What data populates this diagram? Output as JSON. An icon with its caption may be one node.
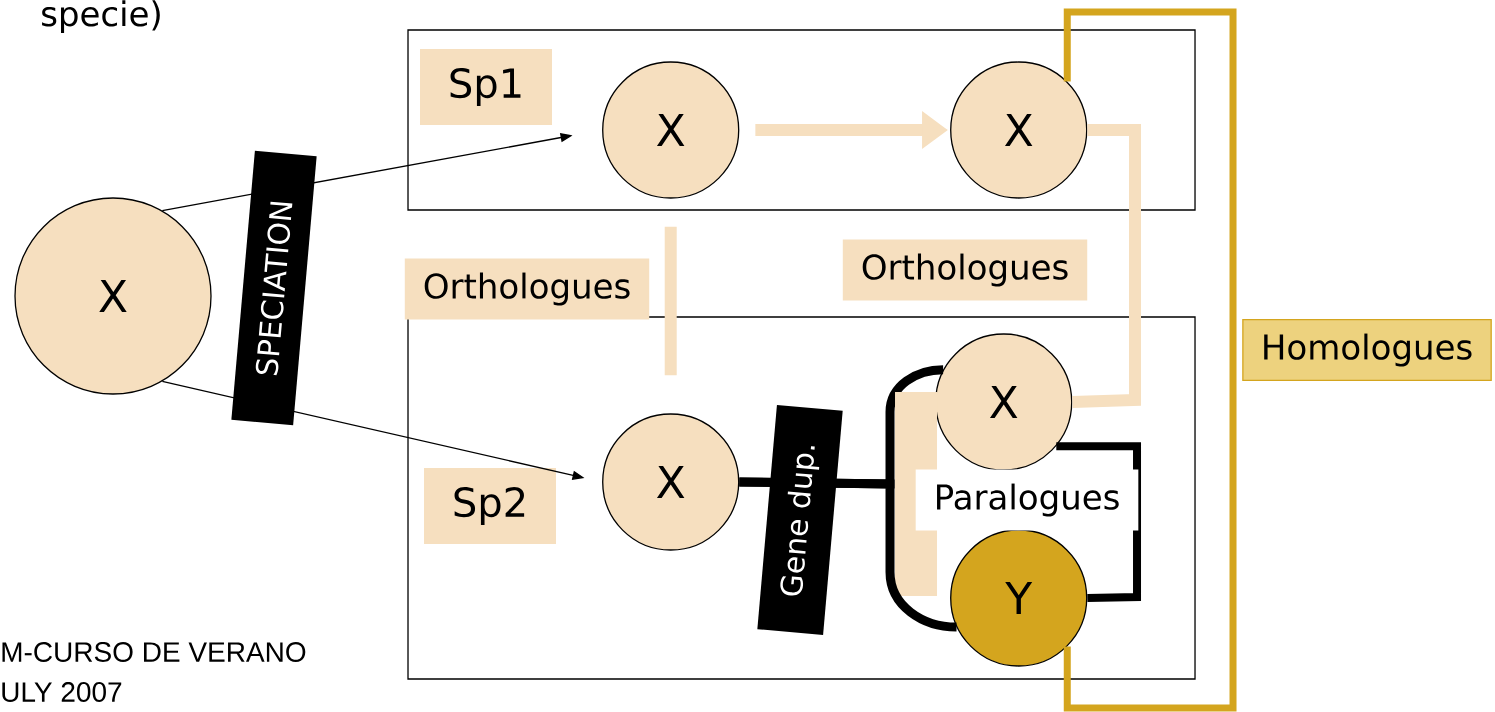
{
  "diagram": {
    "nodes": [
      {
        "text": [
          "X"
        ]
      },
      {
        "text": [
          "Sp1"
        ]
      },
      {
        "text": [
          "X"
        ],
        "in": 1
      },
      {
        "text": [
          "X"
        ],
        "in": 1
      },
      {
        "text": [
          "Sp2"
        ]
      },
      {
        "text": [
          "X"
        ],
        "in": 4
      },
      {
        "text": [
          "X"
        ],
        "in": 4
      },
      {
        "text": [
          "Y"
        ],
        "in": 4
      }
    ],
    "edges": [
      {
        "from": 0,
        "to": 2,
        "arrow": "to"
      },
      {
        "from": 0,
        "to": 5,
        "arrow": "to"
      },
      {
        "from": 2,
        "to": 3,
        "arrow": "to",
        "color": "#f6dfbf"
      },
      {
        "from": 2,
        "to": 5,
        "arrow": "none",
        "color": "#f6dfbf",
        "label": "Orthologues"
      },
      {
        "from": 3,
        "to": 6,
        "arrow": "none",
        "color": "#f6dfbf",
        "label": "Orthologues"
      },
      {
        "from": 5,
        "to": 6,
        "arrow": "none"
      },
      {
        "from": 5,
        "to": 7,
        "arrow": "none"
      },
      {
        "from": 6,
        "to": 7,
        "arrow": "none",
        "label": "Paralogues"
      },
      {
        "from": 3,
        "to": 7,
        "arrow": "none",
        "color": "#d4a51e",
        "label": "Homologues"
      }
    ],
    "labels": [
      "specie)",
      "SPECIATION",
      "Gene dup.",
      "M-CURSO DE VERANO",
      "ULY 2007"
    ]
  }
}
